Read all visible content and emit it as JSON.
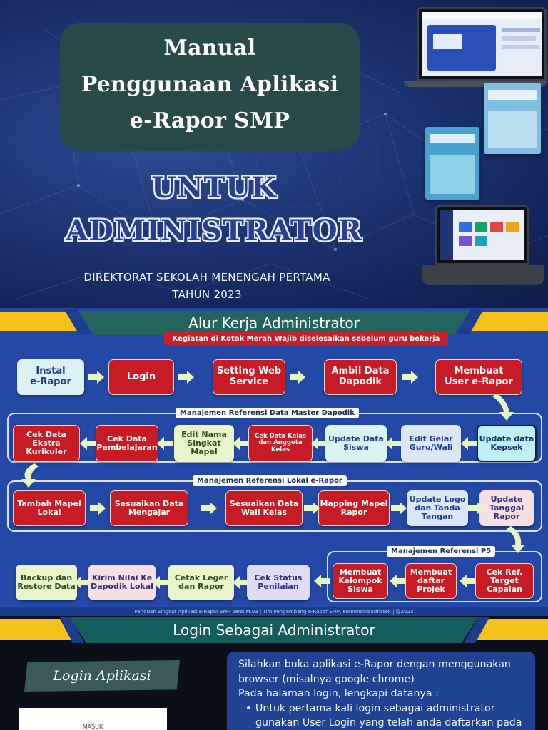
{
  "hero": {
    "title_lines": [
      "Manual",
      "Penggunaan Aplikasi",
      "e-Rapor SMP"
    ],
    "big_title_lines": [
      "UNTUK",
      "ADMINISTRATOR"
    ],
    "org_line": "DIREKTORAT SEKOLAH MENENGAH PERTAMA",
    "year_line": "TAHUN 2023"
  },
  "flow": {
    "header": "Alur Kerja Administrator",
    "note": "Kegiatan di Kotak Merah Wajib diselesaikan sebelum guru bekerja",
    "row1": [
      "Instal\ne-Rapor",
      "Login",
      "Setting Web\nService",
      "Ambil Data\nDapodik",
      "Membuat\nUser e-Rapor"
    ],
    "group1_label": "Manajemen Referensi Data Master Dapodik",
    "row2": [
      "Cek Data\nEkstra\nKurikuler",
      "Cek Data\nPembelajaran",
      "Edit Nama\nSingkat\nMapel",
      "Cek Data Kelas\ndan Anggota\nKelas",
      "Update Data\nSiswa",
      "Edit Gelar\nGuru/Wali",
      "Update data\nKepsek"
    ],
    "group2_label": "Manajemen Referensi Lokal e-Rapor",
    "row3": [
      "Tambah Mapel\nLokal",
      "Sesuaikan Data\nMengajar",
      "Sesuaikan Data\nWali Kelas",
      "Mapping Mapel\nRapor",
      "Update Logo\ndan Tanda\nTangan",
      "Update\nTanggal\nRapor"
    ],
    "group3_label": "Manajemen Referensi P5",
    "row4": [
      "Backup dan\nRestore Data",
      "Kirim Nilai Ke\nDapodik Lokal",
      "Cetak Leger\ndan Rapor",
      "Cek Status\nPenilaian",
      "Membuat\nKelompok\nSiswa",
      "Membuat\ndaftar\nProjek",
      "Cek Ref.\nTarget\nCapaian"
    ],
    "footer": "Panduan Singkat Aplikasi e-Rapor SMP Versi M.03  |  Tim Pengembang e-Rapor SMP, Kemendikbudristek  |  @2023"
  },
  "login": {
    "header": "Login Sebagai Administrator",
    "tag": "Login Aplikasi",
    "card_text": "MASUK",
    "info_lines": [
      "Silahkan buka aplikasi e-Rapor dengan menggunakan",
      "browser (misalnya google chrome)",
      "Pada halaman login, lengkapi datanya :"
    ],
    "bullet_lines": [
      "Untuk pertama kali login sebagai administrator",
      "gunakan User Login yang telah anda daftarkan pada"
    ]
  },
  "colors": {
    "hero_bg": "#1c3472",
    "title_box": "#284a48",
    "flow_bg": "#2348a6",
    "required_step": "#c71c25",
    "banner": "#23655e",
    "stripe_yellow": "#f4c21b"
  }
}
